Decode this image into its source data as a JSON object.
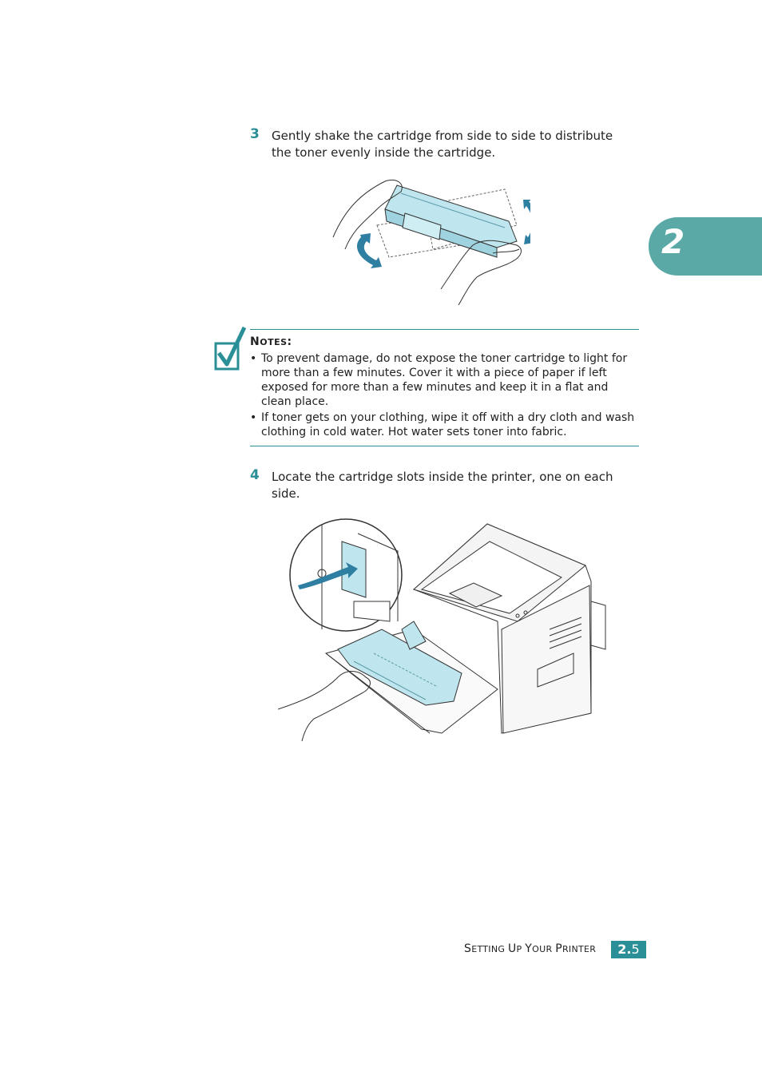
{
  "steps": [
    {
      "number": "3",
      "text": "Gently shake the cartridge from side to side to distribute the toner evenly inside the cartridge."
    },
    {
      "number": "4",
      "text": "Locate the cartridge slots inside the printer, one on each side."
    }
  ],
  "notes": {
    "title_first": "N",
    "title_rest": "OTES",
    "title_colon": ":",
    "items": [
      "To prevent damage, do not expose the toner cartridge to light for more than a few minutes. Cover it with a piece of paper if left exposed for more than a few minutes and keep it in a flat and clean place.",
      "If toner gets on your clothing, wipe it off with a dry cloth and wash clothing in cold water. Hot water sets toner into fabric."
    ]
  },
  "chapter_tab": "2",
  "footer": {
    "title_parts": [
      "S",
      "ETTING ",
      "U",
      "P ",
      "Y",
      "OUR ",
      "P",
      "RINTER"
    ],
    "page_major": "2.",
    "page_minor": "5"
  },
  "colors": {
    "accent": "#2a8f96",
    "tab": "#5aa9a7",
    "toner": "#bfe6ee"
  }
}
